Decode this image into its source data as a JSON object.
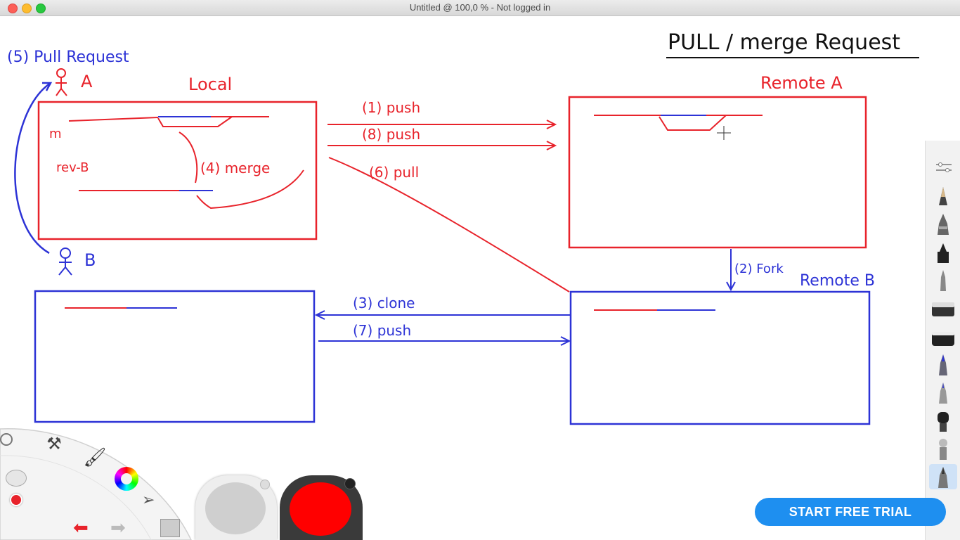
{
  "window": {
    "title": "Untitled @ 100,0 % - Not logged in"
  },
  "drawing": {
    "heading": "PULL / merge Request",
    "pull_request_note": "(5) Pull Request",
    "user_a": "A",
    "user_b": "B",
    "local_label": "Local",
    "remote_a_label": "Remote A",
    "remote_b_label": "Remote B",
    "m_label": "m",
    "rev_b_label": "rev-B",
    "merge_label": "(4) merge",
    "push1_label": "(1) push",
    "push8_label": "(8) push",
    "pull6_label": "(6) pull",
    "fork2_label": "(2) Fork",
    "clone3_label": "(3) clone",
    "push7_label": "(7) push",
    "colors": {
      "red_pen": "#e8232b",
      "blue_pen": "#2d33d6"
    }
  },
  "cta": {
    "trial_label": "START FREE TRIAL",
    "color": "#1e8ff0"
  },
  "tools": [
    "brush-settings-icon",
    "pencil-icon",
    "inking-pen-icon",
    "marker-icon",
    "ballpoint-pen-icon",
    "eraser-icon",
    "eraser-soft-icon",
    "airbrush-icon",
    "fine-marker-icon",
    "paint-brush-icon",
    "smudge-icon",
    "fineliner-icon"
  ],
  "puck": {
    "brush_color": "#ff0000"
  }
}
